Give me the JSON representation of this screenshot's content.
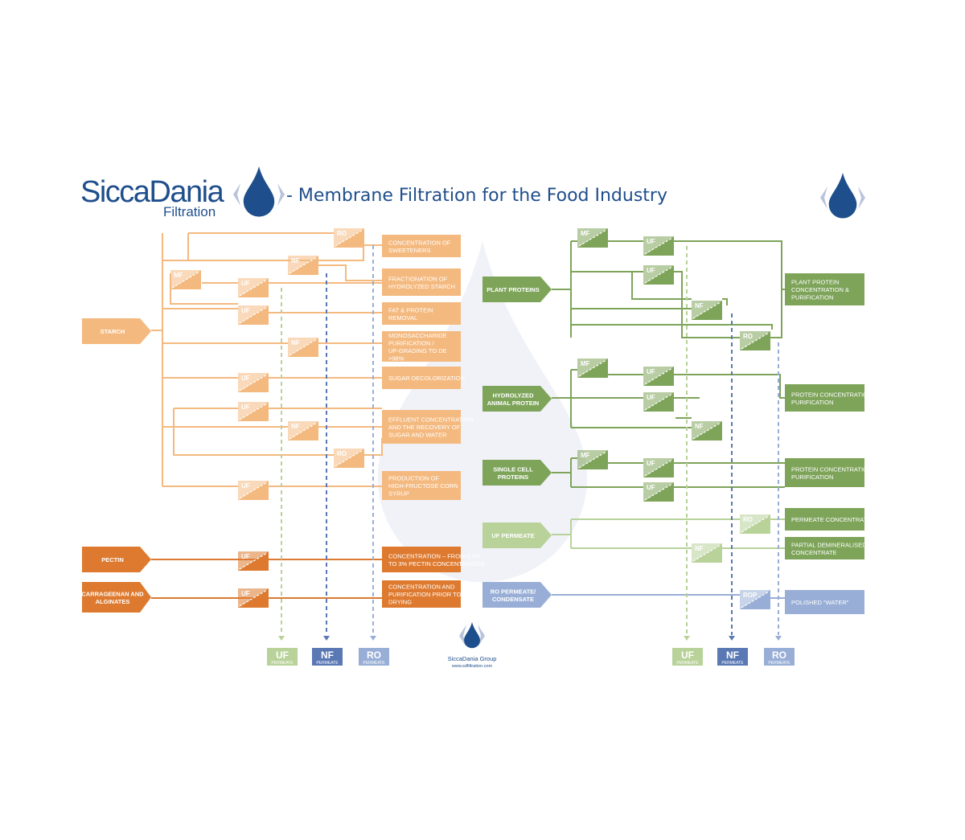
{
  "header": {
    "brand": "SiccaDania",
    "brand_sub": "Filtration",
    "title": "- Membrane Filtration for the Food Industry"
  },
  "footer": {
    "group": "SiccaDania Group",
    "url": "www.sdfiltration.com"
  },
  "permeate_caption": "PERMEATE",
  "legend_left": [
    "UF",
    "NF",
    "RO"
  ],
  "legend_right": [
    "UF",
    "NF",
    "RO"
  ],
  "colors": {
    "starch": "#f4b97f",
    "pectin": "#dd7a2f",
    "green": "#7ea45a",
    "lightgreen": "#b8d29a",
    "uf": "#b8d29a",
    "nf": "#5a78b4",
    "ro": "#98aed6",
    "brand": "#1f4e8c"
  },
  "sources": [
    {
      "id": "starch",
      "label": "STARCH",
      "color": "starch"
    },
    {
      "id": "pectin",
      "label": "PECTIN",
      "color": "pectin"
    },
    {
      "id": "carrageenan",
      "label": "CARRAGEENAN AND ALGINATES",
      "color": "pectin"
    },
    {
      "id": "plant",
      "label": "PLANT PROTEINS",
      "color": "green"
    },
    {
      "id": "animal",
      "label": "HYDROLYZED ANIMAL PROTEIN",
      "color": "green"
    },
    {
      "id": "cell",
      "label": "SINGLE CELL PROTEINS",
      "color": "green"
    },
    {
      "id": "ufperm",
      "label": "UF PERMEATE",
      "color": "lightgreen"
    },
    {
      "id": "roperm",
      "label": "RO PERMEATE/ CONDENSATE",
      "color": "ro"
    }
  ],
  "outputs": [
    {
      "id": "sweet",
      "label": "CONCENTRATION OF SWEETENERS"
    },
    {
      "id": "fract",
      "label": "FRACTIONATION OF HYDROLYZED STARCH"
    },
    {
      "id": "fat",
      "label": "FAT & PROTEIN REMOVAL"
    },
    {
      "id": "mono",
      "label": "MONOSACCHARIDE PURIFICATION / UP-GRADING TO DE >98%"
    },
    {
      "id": "decol",
      "label": "SUGAR DECOLORIZATION"
    },
    {
      "id": "effl",
      "label": "EFFLUENT CONCENTRATION AND THE RECOVERY OF SUGAR AND WATER"
    },
    {
      "id": "hfcs",
      "label": "PRODUCTION OF HIGH-FRUCTOSE CORN SYRUP"
    },
    {
      "id": "pectinout",
      "label": "CONCENTRATION – FROM 0,3% TO 3% PECTIN CONCENTRATION"
    },
    {
      "id": "carrout",
      "label": "CONCENTRATION AND PURIFICATION PRIOR TO DRYING"
    },
    {
      "id": "plantout",
      "label": "PLANT PROTEIN CONCENTRATION & PURIFICATION"
    },
    {
      "id": "animalout",
      "label": "PROTEIN CONCENTRATION & PURIFICATION"
    },
    {
      "id": "cellout",
      "label": "PROTEIN CONCENTRATION & PURIFICATION"
    },
    {
      "id": "permconc",
      "label": "PERMEATE CONCENTRATE"
    },
    {
      "id": "partial",
      "label": "PARTIAL DEMINERALISED PERMEATE CONCENTRATE"
    },
    {
      "id": "polished",
      "label": "POLISHED “WATER”"
    }
  ],
  "units": [
    {
      "label": "RO",
      "color": "starch"
    },
    {
      "label": "NF",
      "color": "starch"
    },
    {
      "label": "MF",
      "color": "starch"
    },
    {
      "label": "UF",
      "color": "starch"
    },
    {
      "label": "UF",
      "color": "starch"
    },
    {
      "label": "NF",
      "color": "starch"
    },
    {
      "label": "UF",
      "color": "starch"
    },
    {
      "label": "UF",
      "color": "starch"
    },
    {
      "label": "NF",
      "color": "starch"
    },
    {
      "label": "RO",
      "color": "starch"
    },
    {
      "label": "UF",
      "color": "starch"
    },
    {
      "label": "UF",
      "color": "pectin"
    },
    {
      "label": "UF",
      "color": "pectin"
    },
    {
      "label": "MF",
      "color": "green"
    },
    {
      "label": "UF",
      "color": "green"
    },
    {
      "label": "UF",
      "color": "green"
    },
    {
      "label": "NF",
      "color": "green"
    },
    {
      "label": "RO",
      "color": "green"
    },
    {
      "label": "MF",
      "color": "green"
    },
    {
      "label": "UF",
      "color": "green"
    },
    {
      "label": "UF",
      "color": "green"
    },
    {
      "label": "NF",
      "color": "green"
    },
    {
      "label": "MF",
      "color": "green"
    },
    {
      "label": "UF",
      "color": "green"
    },
    {
      "label": "UF",
      "color": "green"
    },
    {
      "label": "RO",
      "color": "lightgreen"
    },
    {
      "label": "NF",
      "color": "lightgreen"
    },
    {
      "label": "ROP",
      "color": "ro"
    }
  ]
}
